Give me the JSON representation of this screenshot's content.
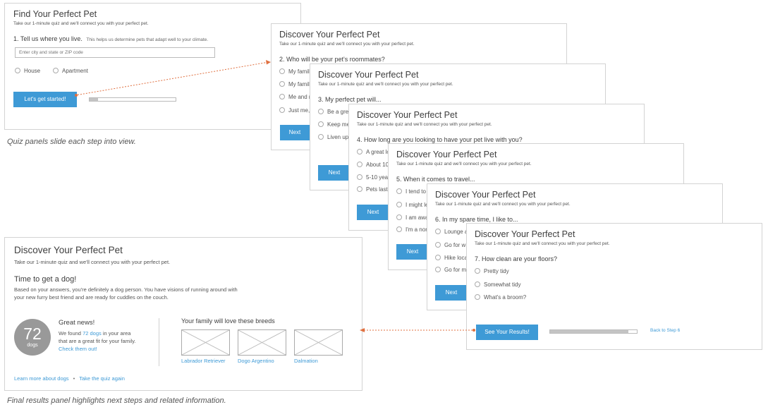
{
  "panel1": {
    "title": "Find Your Perfect Pet",
    "subtitle": "Take our 1-minute quiz and we'll connect you with your perfect pet.",
    "question": "1. Tell us where you live.",
    "hint": "This helps us determine pets that adapt well to your climate.",
    "input_placeholder": "Enter city and state or ZIP code",
    "options": [
      "House",
      "Apartment"
    ],
    "button": "Let's get started!",
    "progress": 0.1
  },
  "caption_top": "Quiz panels slide each step into view.",
  "quiz_title": "Discover Your Perfect Pet",
  "quiz_subtitle": "Take our 1-minute quiz and we'll connect you with your perfect pet.",
  "next_label": "Next",
  "step2": {
    "question": "2. Who will be your pet's roommates?",
    "options": [
      "My famil",
      "My famil",
      "Me and m",
      "Just me,"
    ]
  },
  "step3": {
    "question": "3. My perfect pet will...",
    "options": [
      "Be a grea",
      "Keep me",
      "Liven up"
    ]
  },
  "step4": {
    "question": "4. How long are you looking to have your pet live with you?",
    "options": [
      "A great lo",
      "About 10",
      "5-10 year",
      "Pets last"
    ]
  },
  "step5": {
    "question": "5. When it comes to travel...",
    "options": [
      "I tend to",
      "I might le",
      "I am awa",
      "I'm a nor"
    ]
  },
  "step6": {
    "question": "6. In my spare time, I like to...",
    "options": [
      "Lounge a",
      "Go for w",
      "Hike loca",
      "Go for m"
    ]
  },
  "step7": {
    "question": "7. How clean are your floors?",
    "options": [
      "Pretty tidy",
      "Somewhat tidy",
      "What's a broom?"
    ],
    "button": "See Your Results!",
    "progress": 0.9,
    "back_link": "Back to Step 6"
  },
  "results": {
    "title": "Discover Your Perfect Pet",
    "subtitle": "Take our 1-minute quiz and we'll connect you with your perfect pet.",
    "heading": "Time to get a dog!",
    "body_line1": "Based on your answers, you're definitely a dog person. You have visions of running around with",
    "body_line2": "your new furry best friend and are ready for cuddles on the couch.",
    "count": "72",
    "count_unit": "dogs",
    "news_title": "Great news!",
    "news_l1_pre": "We found ",
    "news_l1_link": "72 dogs",
    "news_l1_post": " in your area",
    "news_l2": "that are a great fit for your family.",
    "news_l3_link": "Check them out!",
    "breeds_title": "Your family will love these breeds",
    "breeds": [
      "Labrador Retriever",
      "Dogo Argentino",
      "Dalmation"
    ],
    "link_learn": "Learn more about dogs",
    "separator": "•",
    "link_retake": "Take the quiz again"
  },
  "caption_bottom": "Final results panel highlights next steps and related information.",
  "colors": {
    "accent": "#3e9ad6",
    "arrow": "#e07040",
    "circle": "#999999"
  }
}
